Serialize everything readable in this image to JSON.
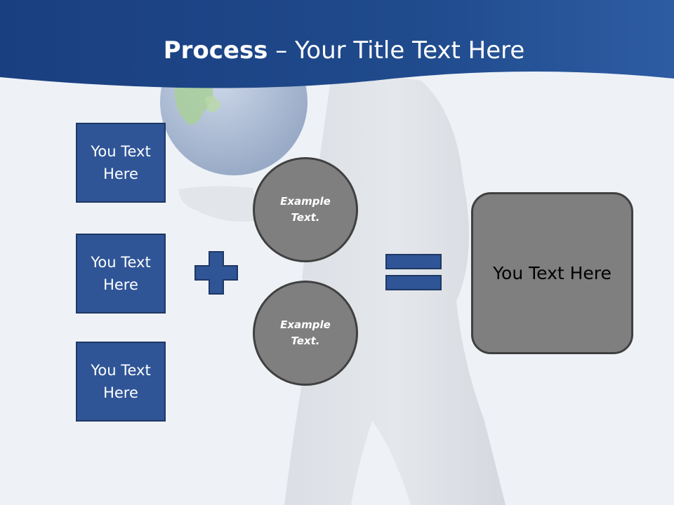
{
  "slide": {
    "title_bold": "Process",
    "title_rest": " – Your Title Text Here",
    "boxes": [
      "You Text Here",
      "You Text Here",
      "You Text Here"
    ],
    "circles": [
      "Example Text.",
      "Example Text."
    ],
    "result": "You Text Here"
  },
  "colors": {
    "header": "#1f4e8c",
    "box_fill": "#2f5597",
    "circle_fill": "#7f7f7f",
    "background": "#eef2f7"
  },
  "icons": {
    "plus": "plus-icon",
    "equals": "equals-icon"
  }
}
